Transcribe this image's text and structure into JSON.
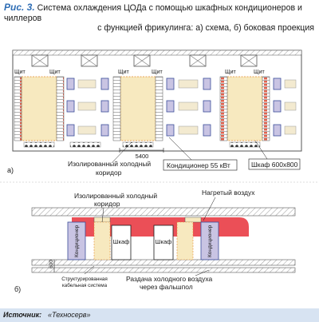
{
  "caption": {
    "figure_number": "Рис. 3.",
    "text_line1": "Система охлаждения ЦОДа с помощью шкафных кондиционеров и чиллеров",
    "text_line2": "с функцией фрикулинга: а) схема, б) боковая проекция"
  },
  "plan": {
    "panel_label": "а)",
    "shield_label": "Щит",
    "dimension": "5400",
    "labels": {
      "cold_corridor_line1": "Изолированный холодный",
      "cold_corridor_line2": "коридор",
      "conditioner": "Кондиционер 55 кВт",
      "cabinet": "Шкаф 600х800"
    }
  },
  "section": {
    "panel_label": "б)",
    "height_dimension": "600",
    "cabinet_label": "Шкаф",
    "conditioner_label": "Кондиционер",
    "labels": {
      "cold_corridor_line1": "Изолированный холодный",
      "cold_corridor_line2": "коридор",
      "hot_air": "Нагретый воздух",
      "cabling_line1": "Структурированная",
      "cabling_line2": "кабельная система",
      "cold_air_line1": "Раздача холодного воздуха",
      "cold_air_line2": "через фальшпол"
    }
  },
  "source": {
    "label": "Источник:",
    "value": "«Техносерв»"
  },
  "colors": {
    "hot_air": "#e8303a",
    "conditioner": "#c9c4e3",
    "cold_corridor": "#f7e9bf",
    "hatch": "#d9d9d9",
    "accent": "#2f6eb5",
    "source_bar": "#d7e3f2"
  }
}
